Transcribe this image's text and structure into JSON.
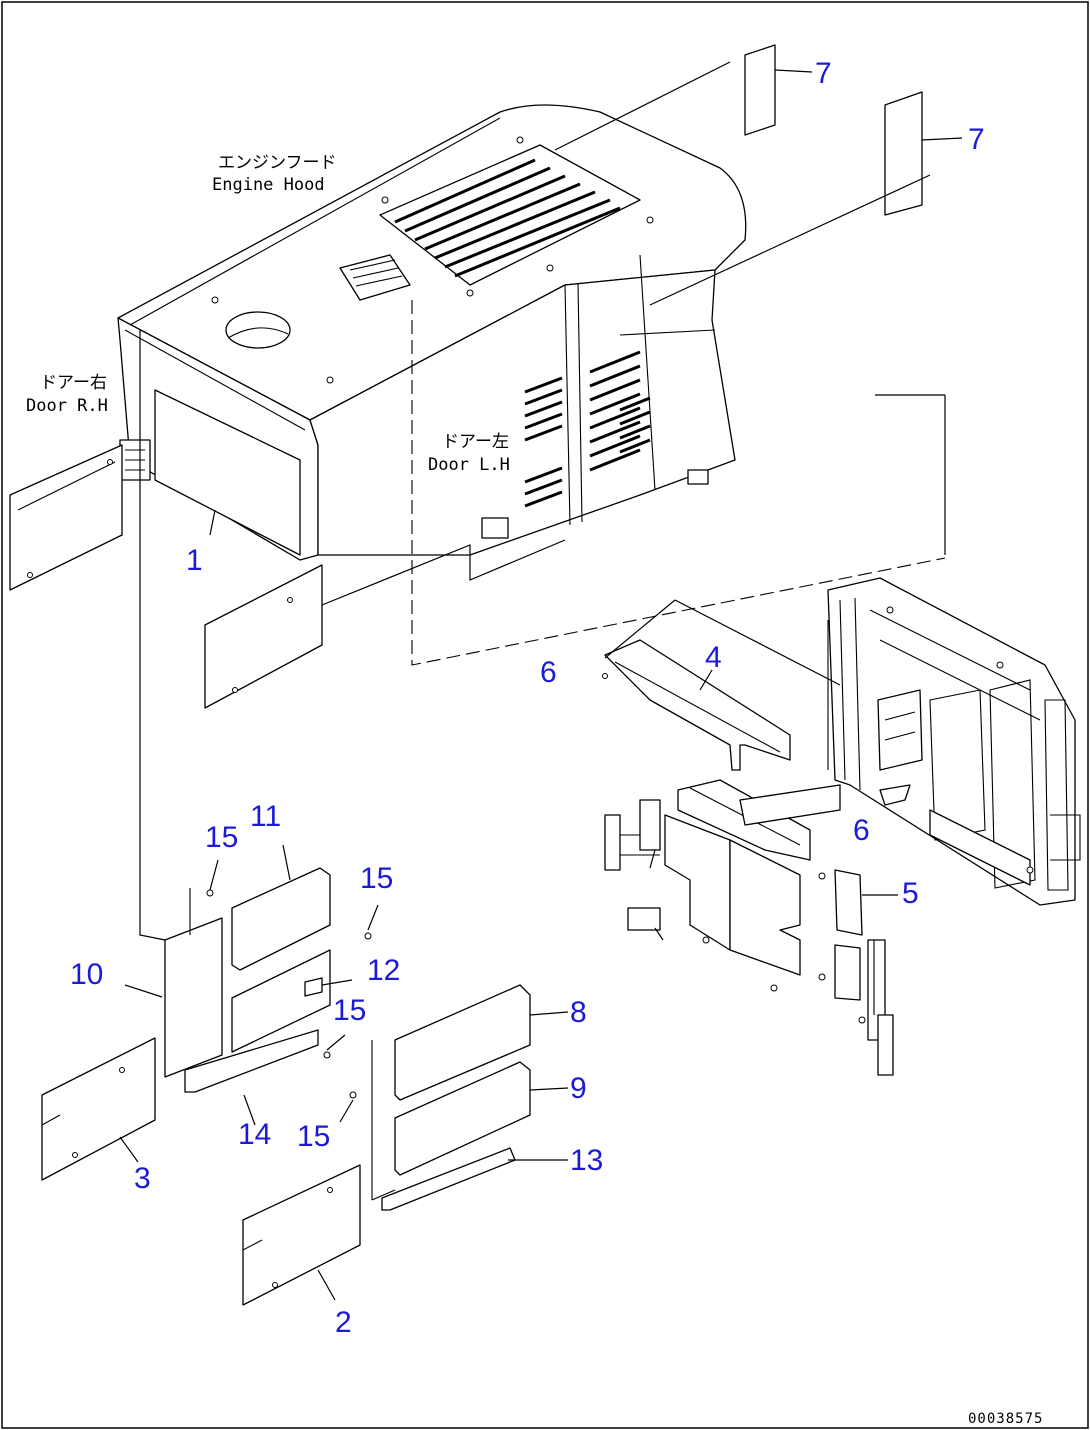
{
  "labels": {
    "engine_hood_jp": "エンジンフード",
    "engine_hood_en": "Engine Hood",
    "door_r_jp": "ドアー右",
    "door_r_en": "Door R.H",
    "door_l_jp": "ドアー左",
    "door_l_en": "Door L.H"
  },
  "callouts": [
    "1",
    "2",
    "3",
    "4",
    "5",
    "6",
    "6",
    "7",
    "7",
    "8",
    "9",
    "10",
    "11",
    "12",
    "13",
    "14",
    "15",
    "15",
    "15",
    "15"
  ],
  "drawing_number": "00038575",
  "colors": {
    "callout": "#1a1ad8",
    "line": "#000000",
    "background": "#ffffff"
  }
}
